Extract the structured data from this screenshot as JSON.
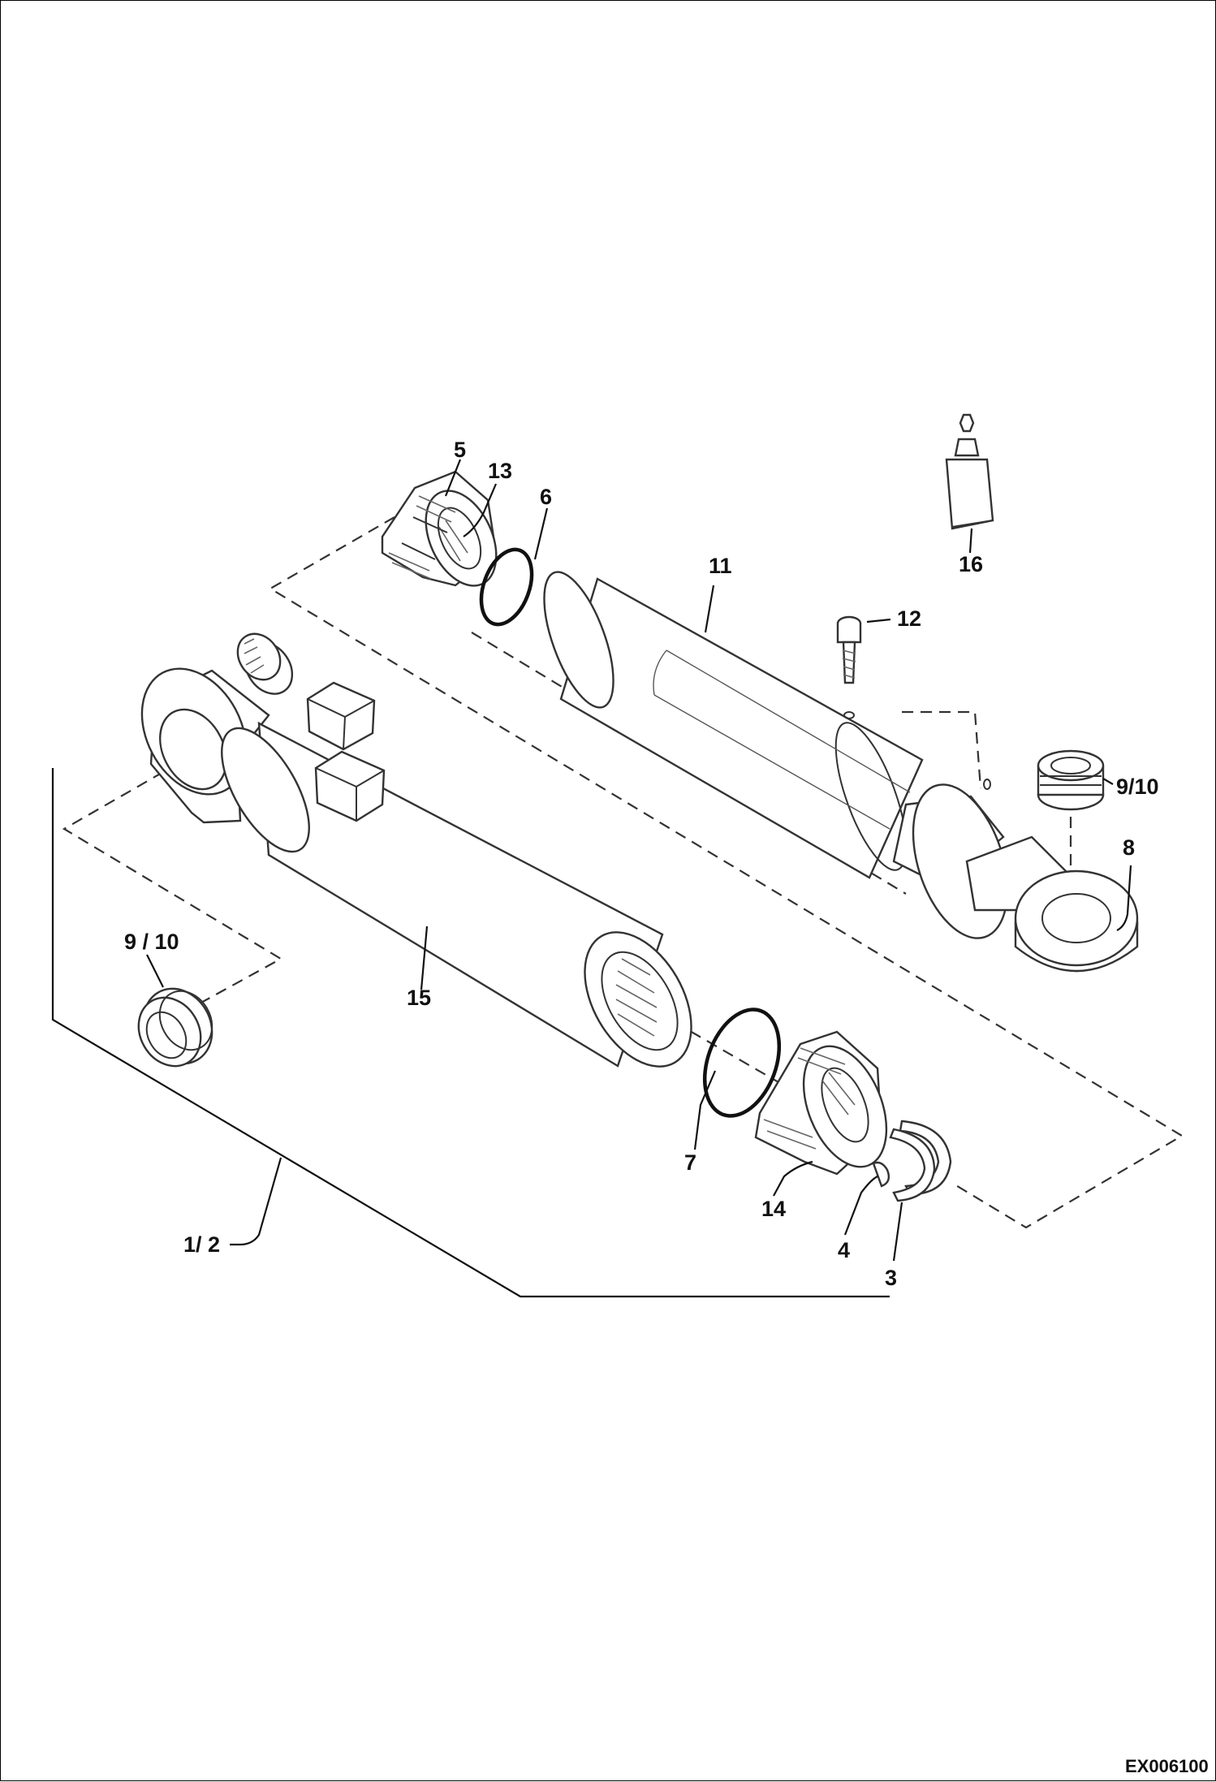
{
  "labels": {
    "p5": "5",
    "p13": "13",
    "p6": "6",
    "p11": "11",
    "p16": "16",
    "p12": "12",
    "p9_10_right": "9/10",
    "p8": "8",
    "p9_10_left": "9 / 10",
    "p15": "15",
    "p7": "7",
    "p14": "14",
    "p4": "4",
    "p3": "3",
    "p1_2": "1/ 2"
  },
  "drawing_code": "EX006100"
}
